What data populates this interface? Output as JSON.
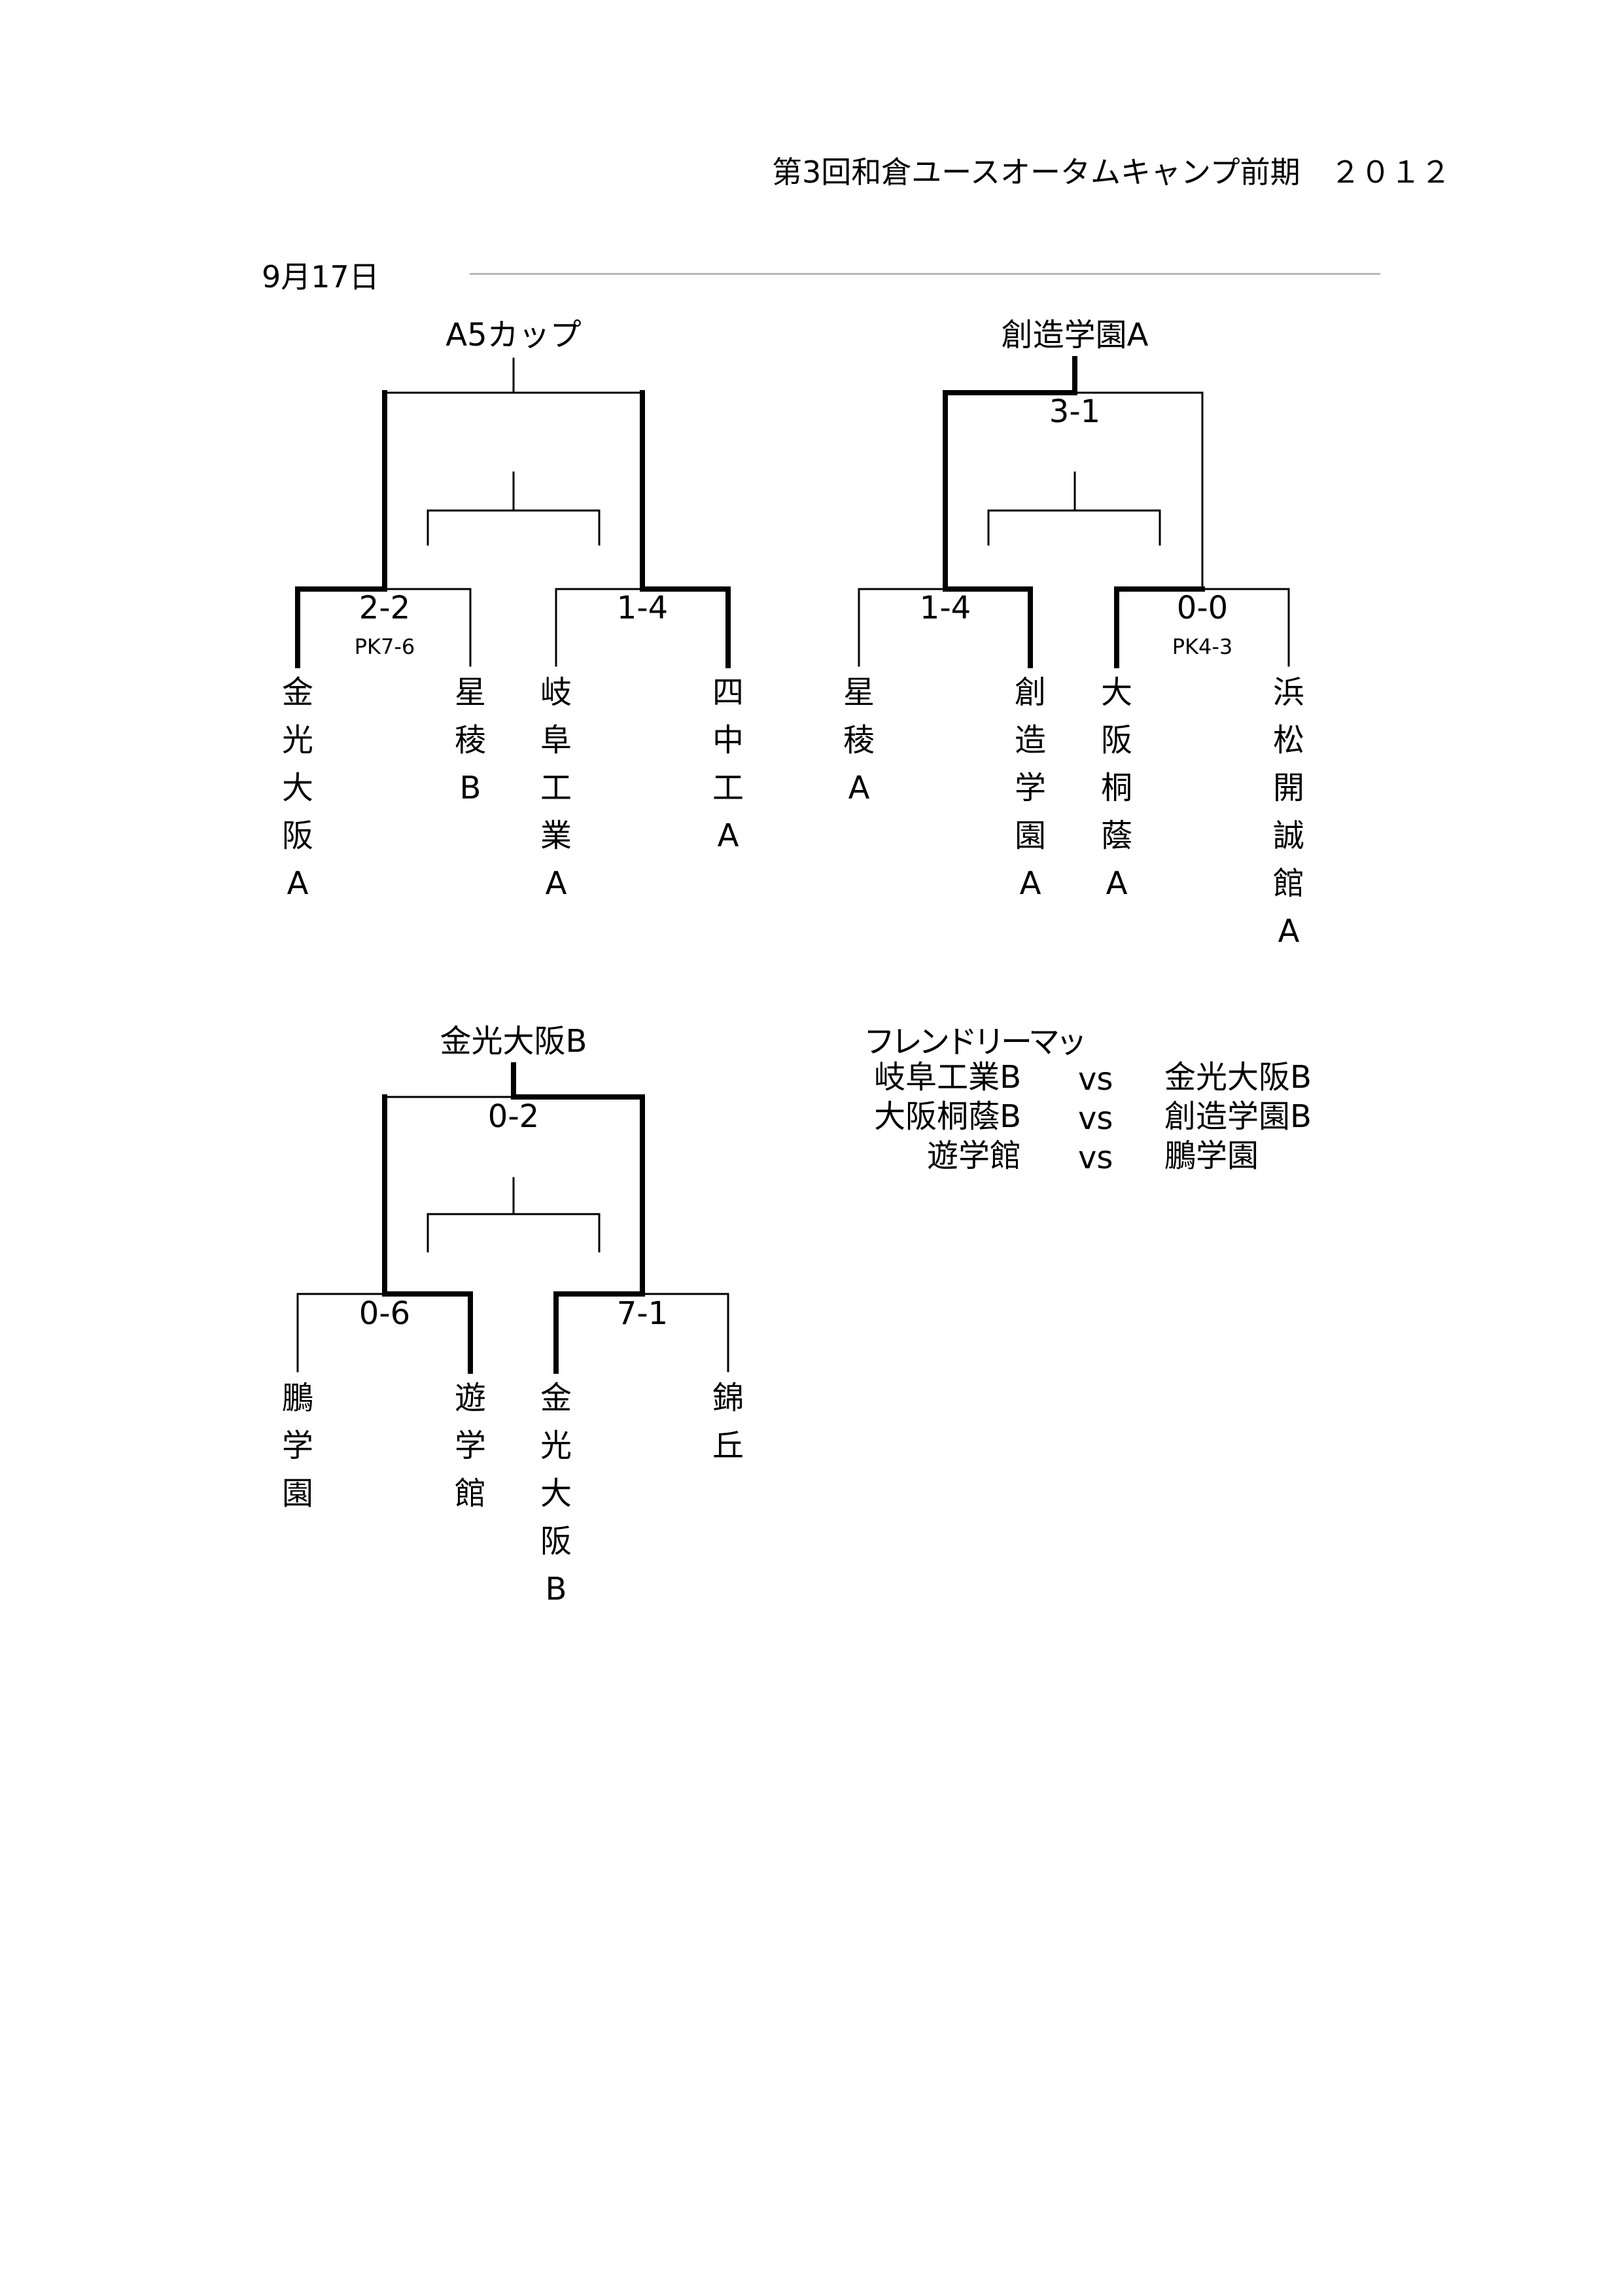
{
  "header": {
    "title": "第3回和倉ユースオータムキャンプ前期　２０１２"
  },
  "date": "9月17日",
  "brackets": [
    {
      "champion": "A5カップ",
      "final_score": "",
      "semis": [
        {
          "score": "2-2",
          "pk": "PK7-6",
          "left": "金光大阪A",
          "right": "星稜B"
        },
        {
          "score": "1-4",
          "pk": "",
          "left": "岐阜工業A",
          "right": "四中工A"
        }
      ]
    },
    {
      "champion": "創造学園A",
      "final_score": "3-1",
      "semis": [
        {
          "score": "1-4",
          "pk": "",
          "left": "星稜A",
          "right": "創造学園A"
        },
        {
          "score": "0-0",
          "pk": "PK4-3",
          "left": "大阪桐蔭A",
          "right": "浜松開誠館A"
        }
      ]
    },
    {
      "champion": "金光大阪B",
      "final_score": "0-2",
      "semis": [
        {
          "score": "0-6",
          "pk": "",
          "left": "鵬学園",
          "right": "遊学館"
        },
        {
          "score": "7-1",
          "pk": "",
          "left": "金光大阪B",
          "right": "錦丘"
        }
      ]
    }
  ],
  "friendly": {
    "title": "フレンドリーマッチ",
    "matches": [
      {
        "home": "岐阜工業B",
        "vs": "vs",
        "away": "金光大阪B"
      },
      {
        "home": "大阪桐蔭B",
        "vs": "vs",
        "away": "創造学園B"
      },
      {
        "home": "遊学館",
        "vs": "vs",
        "away": "鵬学園"
      }
    ]
  }
}
